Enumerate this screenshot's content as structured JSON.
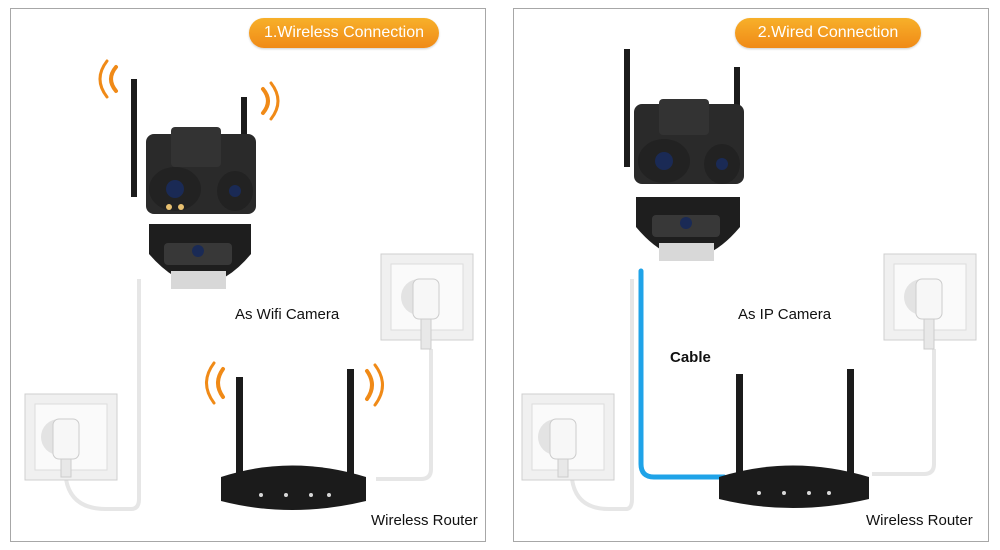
{
  "panels": [
    {
      "title": "1.Wireless Connection",
      "camera_label": "As Wifi Camera",
      "router_label": "Wireless Router"
    },
    {
      "title": "2.Wired Connection",
      "camera_label": "As IP Camera",
      "cable_label": "Cable",
      "router_label": "Wireless Router"
    }
  ],
  "colors": {
    "pill_orange": "#f39a1e",
    "wifi_orange": "#f08a17",
    "cable_blue": "#1fa3e8",
    "device_black": "#1b1b1b",
    "border_gray": "#a7a7a7"
  },
  "icons": [
    "wifi-waves-icon",
    "camera-icon",
    "router-icon",
    "power-outlet-icon",
    "plug-icon"
  ]
}
